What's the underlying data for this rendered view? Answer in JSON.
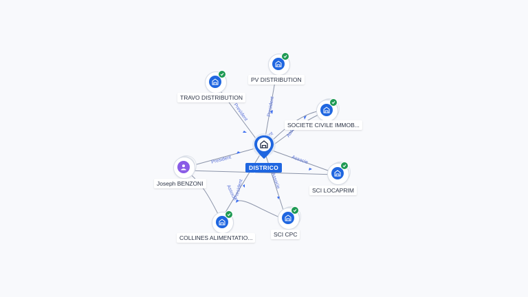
{
  "center": {
    "name": "DISTRICO",
    "icon": "building-icon",
    "verified_icon": "check-icon"
  },
  "nodes": [
    {
      "id": "pv",
      "name": "PV DISTRIBUTION",
      "type": "company"
    },
    {
      "id": "travo",
      "name": "TRAVO DISTRIBUTION",
      "type": "company"
    },
    {
      "id": "societe",
      "name": "SOCIETE CIVILE IMMOB...",
      "type": "company"
    },
    {
      "id": "joseph",
      "name": "Joseph BENZONI",
      "type": "person"
    },
    {
      "id": "locaprim",
      "name": "SCI LOCAPRIM",
      "type": "company"
    },
    {
      "id": "collines",
      "name": "COLLINES ALIMENTATIO...",
      "type": "company"
    },
    {
      "id": "scicpc",
      "name": "SCI CPC",
      "type": "company"
    }
  ],
  "edge_labels": {
    "pv": "President",
    "travo": "President",
    "societe": "Associe",
    "joseph": "President",
    "locaprim": "Associe",
    "collines_president": "President",
    "collines_associe": "Associe",
    "scicpc": "Associe",
    "center_top": "President"
  },
  "colors": {
    "accent": "#1f66e0",
    "verified": "#1f9a54",
    "person": "#8a5ce6",
    "edge_label": "#5a72d8",
    "edge": "#8a93a8",
    "background": "#f8f9fc"
  }
}
